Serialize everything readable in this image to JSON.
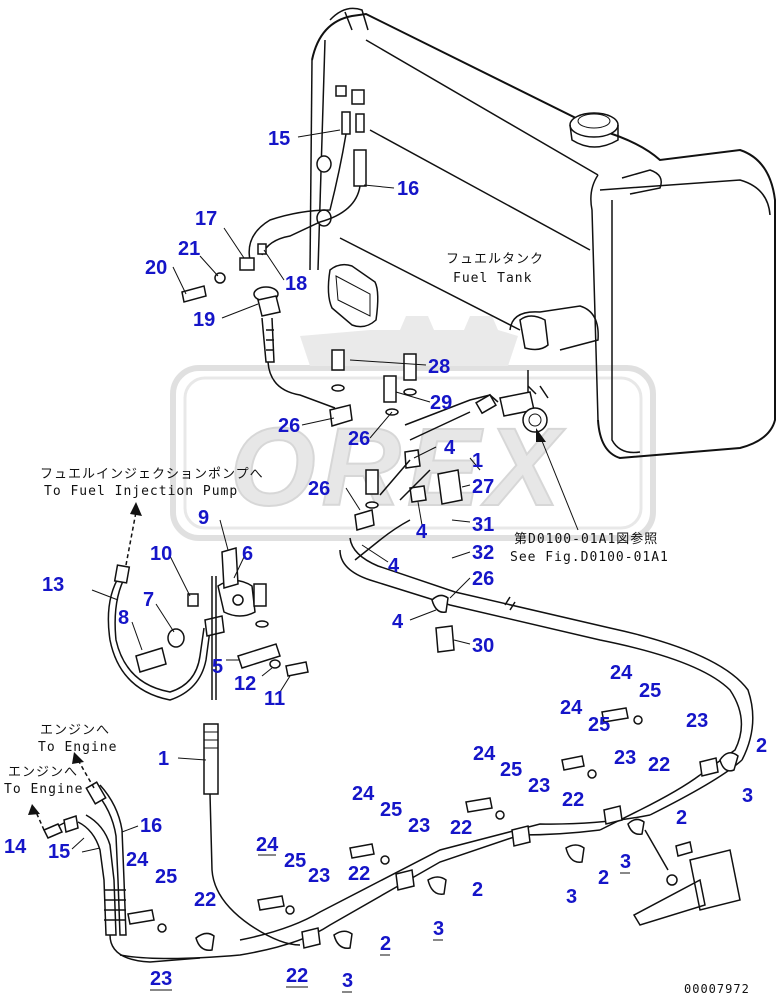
{
  "diagram": {
    "tank_label_jp": "フュエルタンク",
    "tank_label_en": "Fuel Tank",
    "pump_label_jp": "フュエルインジェクションポンプへ",
    "pump_label_en": "To Fuel Injection Pump",
    "engine_label_jp_1": "エンジンへ",
    "engine_label_en_1": "To Engine",
    "engine_label_jp_2": "エンジンへ",
    "engine_label_en_2": "To Engine",
    "ref_label_jp": "第D0100-01A1図参照",
    "ref_label_en": "See Fig.D0100-01A1",
    "drawing_number": "00007972",
    "watermark": "OREX"
  },
  "callouts": {
    "c1a": "1",
    "c1b": "1",
    "c2a": "2",
    "c2b": "2",
    "c2c": "2",
    "c2d": "2",
    "c2e": "2",
    "c2f": "2",
    "c3a": "3",
    "c3b": "3",
    "c3c": "3",
    "c3d": "3",
    "c3e": "3",
    "c3f": "3",
    "c4a": "4",
    "c4b": "4",
    "c4c": "4",
    "c4d": "4",
    "c5": "5",
    "c6": "6",
    "c7": "7",
    "c8": "8",
    "c9": "9",
    "c10": "10",
    "c11": "11",
    "c12": "12",
    "c13": "13",
    "c14": "14",
    "c15a": "15",
    "c15b": "15",
    "c16a": "16",
    "c16b": "16",
    "c17": "17",
    "c18": "18",
    "c19": "19",
    "c20": "20",
    "c21": "21",
    "c22a": "22",
    "c22b": "22",
    "c22c": "22",
    "c22d": "22",
    "c22e": "22",
    "c22f": "22",
    "c23a": "23",
    "c23b": "23",
    "c23c": "23",
    "c23d": "23",
    "c23e": "23",
    "c23f": "23",
    "c23g": "23",
    "c24a": "24",
    "c24b": "24",
    "c24c": "24",
    "c24d": "24",
    "c24e": "24",
    "c24f": "24",
    "c25a": "25",
    "c25b": "25",
    "c25c": "25",
    "c25d": "25",
    "c25e": "25",
    "c25f": "25",
    "c26a": "26",
    "c26b": "26",
    "c26c": "26",
    "c26d": "26",
    "c27": "27",
    "c28": "28",
    "c29": "29",
    "c30": "30",
    "c31": "31",
    "c32": "32"
  },
  "colors": {
    "callout": "#1515c8",
    "line": "#111111",
    "watermark": "#d8d8d8"
  }
}
